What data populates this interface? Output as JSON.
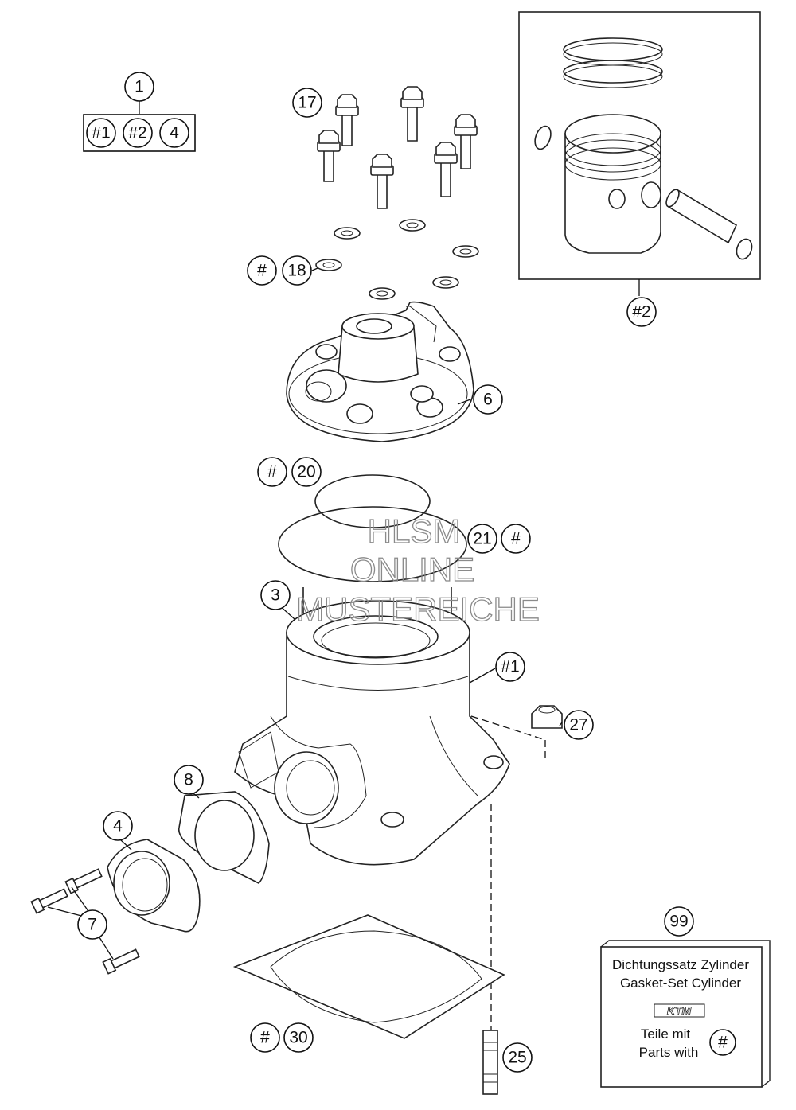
{
  "callouts": {
    "c1": "1",
    "c1_a": "#1",
    "c1_b": "#2",
    "c1_c": "4",
    "c17": "17",
    "c18": "18",
    "c18_hash": "#",
    "c2": "#2",
    "c6": "6",
    "c20": "20",
    "c20_hash": "#",
    "c21": "21",
    "c21_hash": "#",
    "c3": "3",
    "c1b": "#1",
    "c27": "27",
    "c8": "8",
    "c4": "4",
    "c7": "7",
    "c99": "99",
    "c30": "30",
    "c30_hash": "#",
    "c25": "25"
  },
  "watermark": {
    "line1": "HLSM",
    "line2": "ONLINE",
    "line3": "MUSTEREICHE"
  },
  "gasket_box": {
    "line1": "Dichtungssatz Zylinder",
    "line2": "Gasket-Set Cylinder",
    "logo": "KTM",
    "line3": "Teile mit",
    "line4": "Parts with",
    "hash": "#"
  },
  "icons": [
    "piston-icon",
    "cylinder-head-icon",
    "cylinder-icon",
    "bolt-icon",
    "washer-icon",
    "gasket-icon",
    "o-ring-icon",
    "nut-icon",
    "stud-icon",
    "flange-icon"
  ]
}
